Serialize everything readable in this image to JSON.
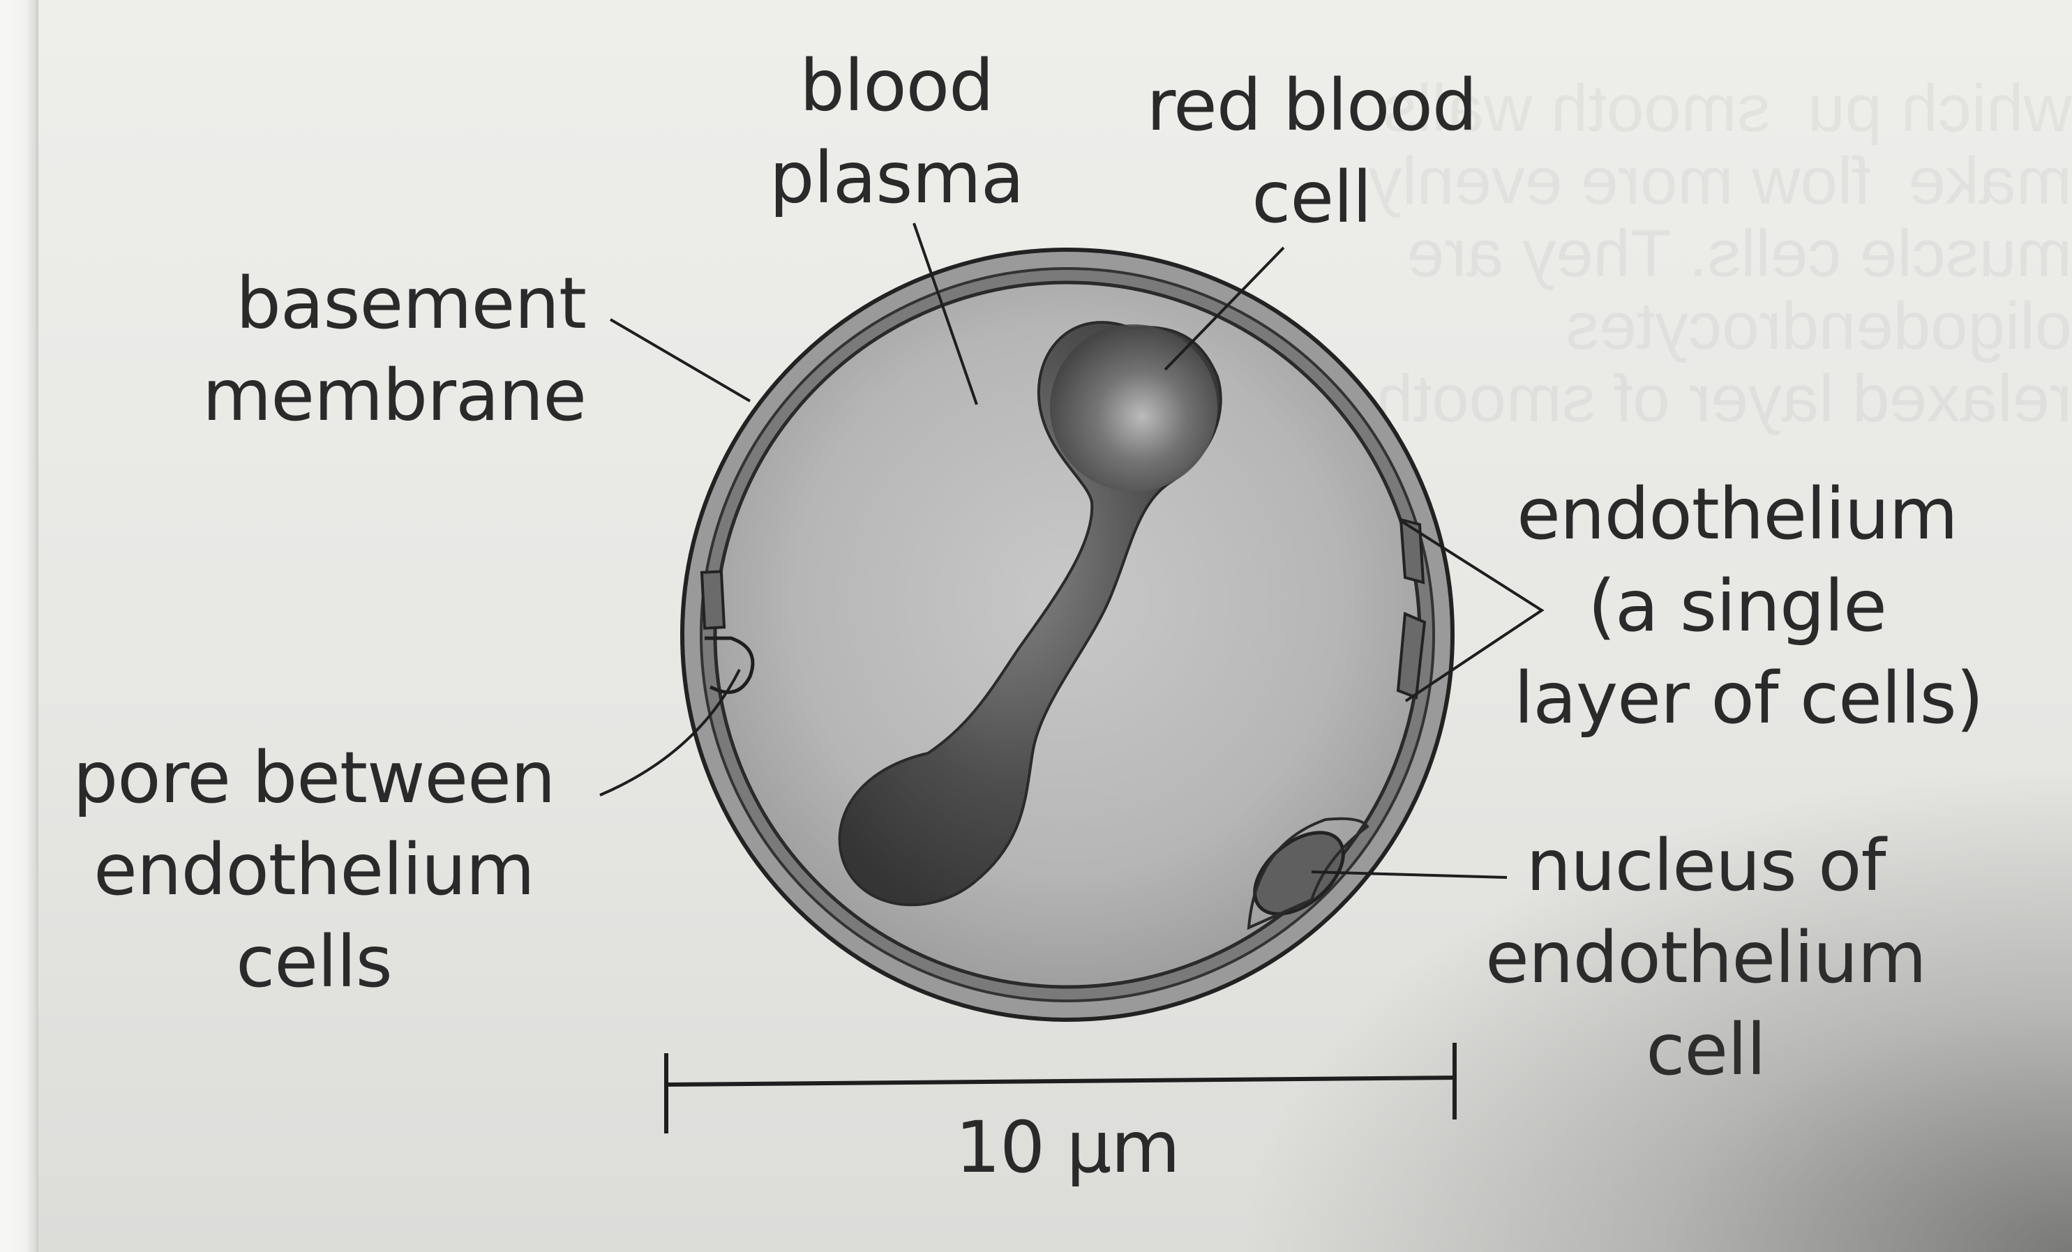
{
  "labels": {
    "blood_plasma": [
      "blood",
      "plasma"
    ],
    "red_blood_cell": [
      "red blood",
      "cell"
    ],
    "basement_membrane": [
      "basement",
      "membrane"
    ],
    "endothelium": [
      "endothelium",
      "(a single",
      "layer of cells)"
    ],
    "pore": [
      "pore between",
      "endothelium",
      "cells"
    ],
    "nucleus": [
      "nucleus of",
      "endothelium",
      "cell"
    ]
  },
  "scale_bar": {
    "label": "10 μm"
  },
  "colors": {
    "ink": "#2a2a2a",
    "line": "#1e1e1e",
    "wall_outer": "#8d8d8d",
    "wall_inner": "#6e6e6e",
    "lumen": "#b9b9b9",
    "rbc_dark": "#3f3f3f",
    "rbc_light": "#9a9a9a",
    "nucleus": "#5c5c5c"
  }
}
